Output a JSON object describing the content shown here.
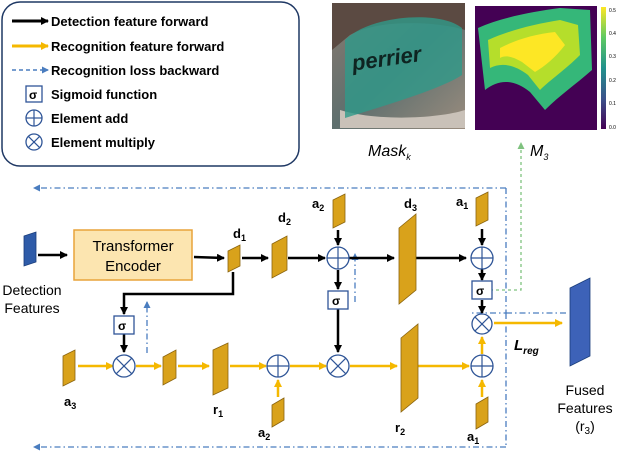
{
  "legend": {
    "items": [
      {
        "label": "Detection feature forward",
        "icon": "black-arrow-icon"
      },
      {
        "label": "Recognition feature forward",
        "icon": "yellow-arrow-icon"
      },
      {
        "label": "Recognition loss backward",
        "icon": "dashed-blue-arrow-icon"
      },
      {
        "label": "Sigmoid function",
        "icon": "sigmoid-icon"
      },
      {
        "label": "Element add",
        "icon": "element-add-icon"
      },
      {
        "label": "Element multiply",
        "icon": "element-multiply-icon"
      }
    ]
  },
  "images": {
    "mask_label": "Mask",
    "mask_sub": "k",
    "mask_word": "perrier",
    "heatmap_label": "M",
    "heatmap_sub": "3",
    "colorbar_ticks": [
      "0.5",
      "0.4",
      "0.3",
      "0.2",
      "0.1",
      "0.0"
    ]
  },
  "encoder": {
    "line1": "Transformer",
    "line2": "Encoder"
  },
  "inputs": {
    "detection_line1": "Detection",
    "detection_line2": "Features"
  },
  "output": {
    "line1": "Fused",
    "line2": "Features",
    "line3": "(r",
    "line3_sub": "3",
    "line3_end": ")"
  },
  "loss": {
    "label": "L",
    "sub": "reg"
  },
  "sigmoid_symbol": "σ",
  "nodes": {
    "d1": {
      "main": "d",
      "sub": "1"
    },
    "d2": {
      "main": "d",
      "sub": "2"
    },
    "d3": {
      "main": "d",
      "sub": "3"
    },
    "a2_top": {
      "main": "a",
      "sub": "2"
    },
    "a1_top": {
      "main": "a",
      "sub": "1"
    },
    "a3": {
      "main": "a",
      "sub": "3"
    },
    "r1": {
      "main": "r",
      "sub": "1"
    },
    "a2_bottom": {
      "main": "a",
      "sub": "2"
    },
    "r2": {
      "main": "r",
      "sub": "2"
    },
    "a1_bottom": {
      "main": "a",
      "sub": "1"
    }
  },
  "colors": {
    "feature_fill": "#D9A21B",
    "feature_stroke": "#8a6410",
    "yellow_arrow": "#F5B800",
    "dashed_blue": "#4A7DBF",
    "dashed_green": "#7FC27F",
    "sigmoid_stroke": "#2F5597",
    "encoder_fill": "#FCE5B0",
    "encoder_stroke": "#E8A33A",
    "detection_block": "#2E5BA8",
    "fused_block": "#3D62B8"
  }
}
